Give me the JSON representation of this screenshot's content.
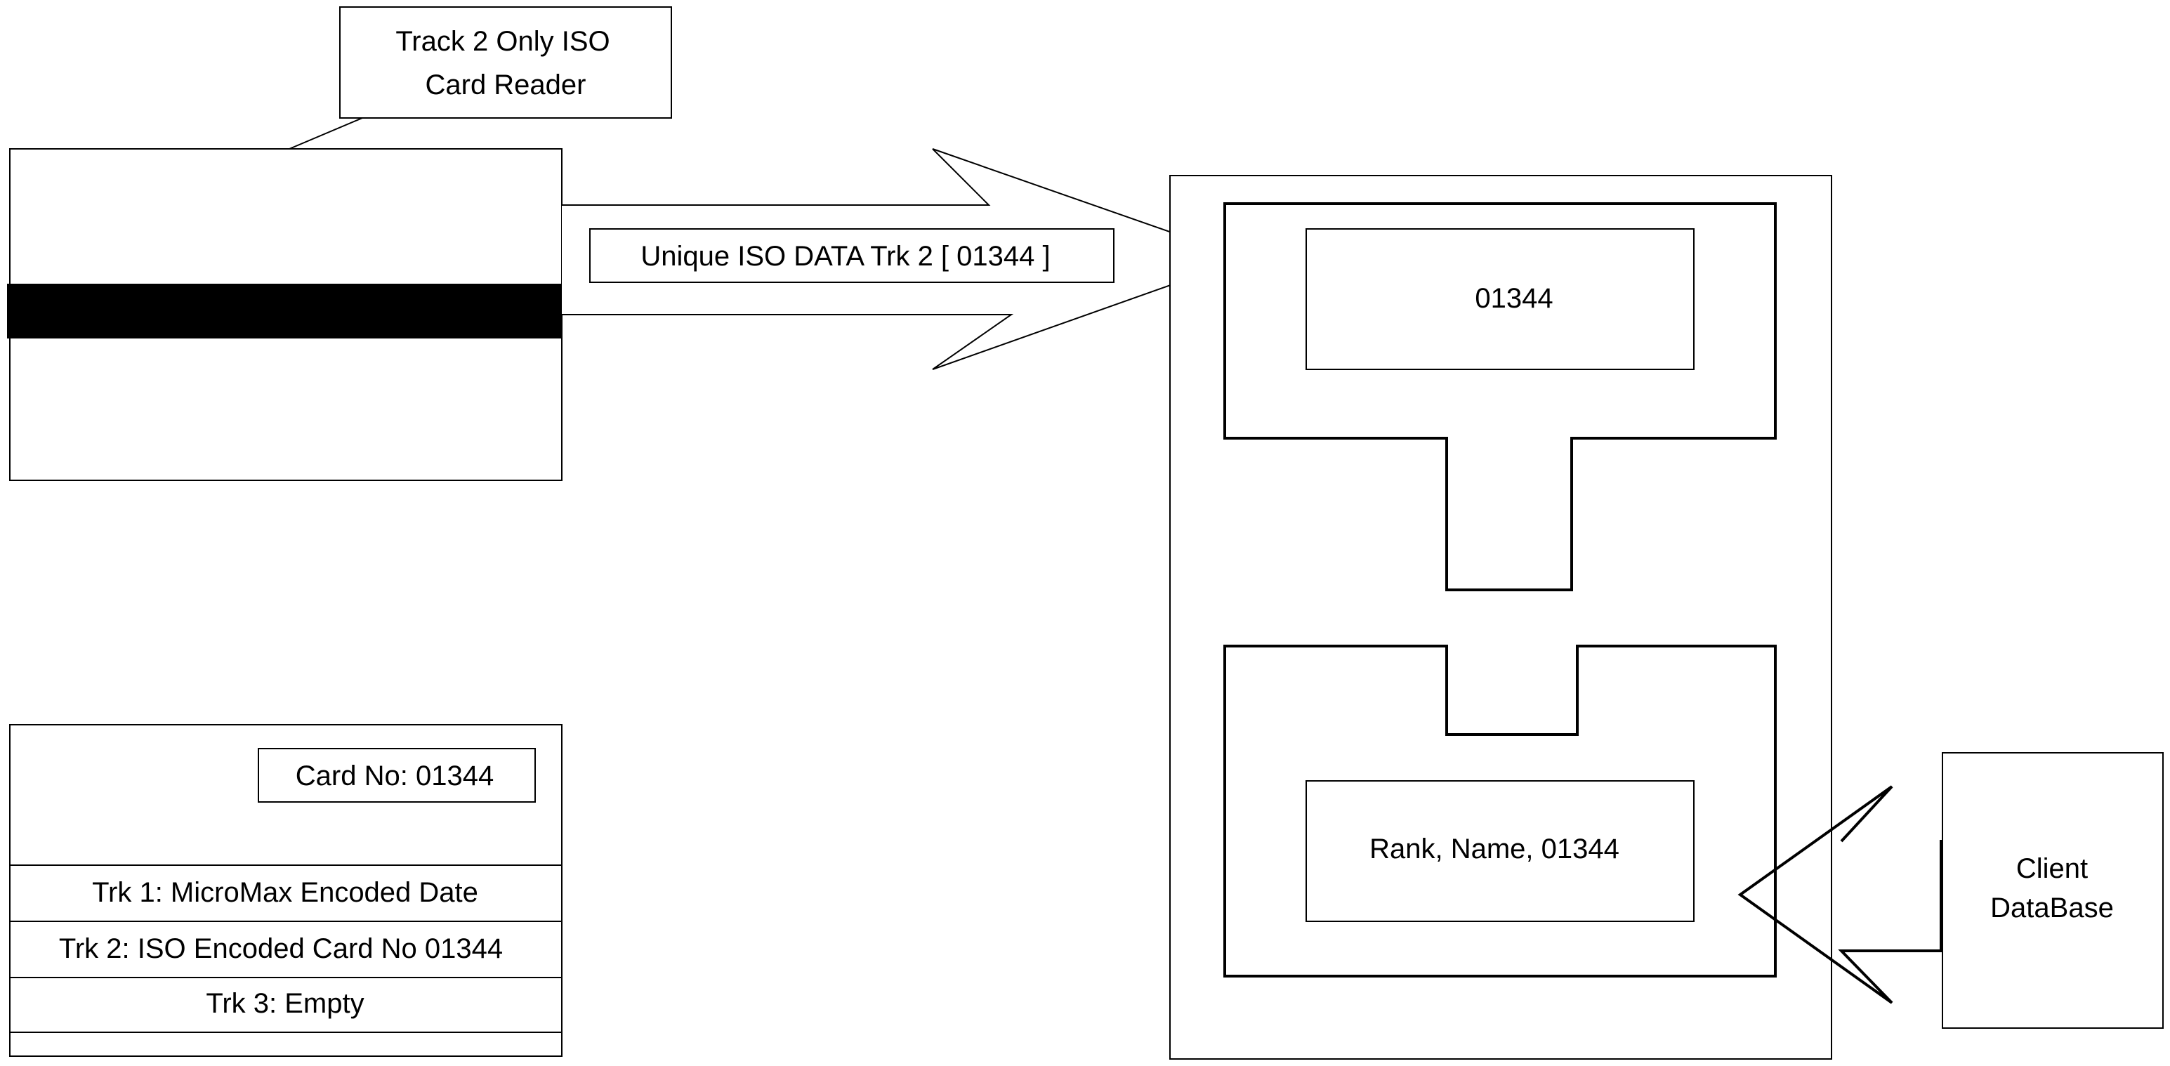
{
  "reader_label": {
    "line1": "Track 2 Only ISO",
    "line2": "Card Reader"
  },
  "arrow_label": "Unique ISO DATA Trk 2 [ 01344 ]",
  "terminal": {
    "top_display": "01344",
    "bottom_display": "Rank, Name, 01344"
  },
  "database": {
    "line1": "Client",
    "line2": "DataBase"
  },
  "card_back": {
    "card_no": "Card No: 01344",
    "tracks": [
      "Trk 1: MicroMax Encoded Date",
      "Trk 2: ISO Encoded Card No 01344",
      "Trk 3: Empty"
    ]
  },
  "colors": {
    "stroke": "#000000",
    "fill": "#ffffff",
    "magstripe": "#000000"
  }
}
